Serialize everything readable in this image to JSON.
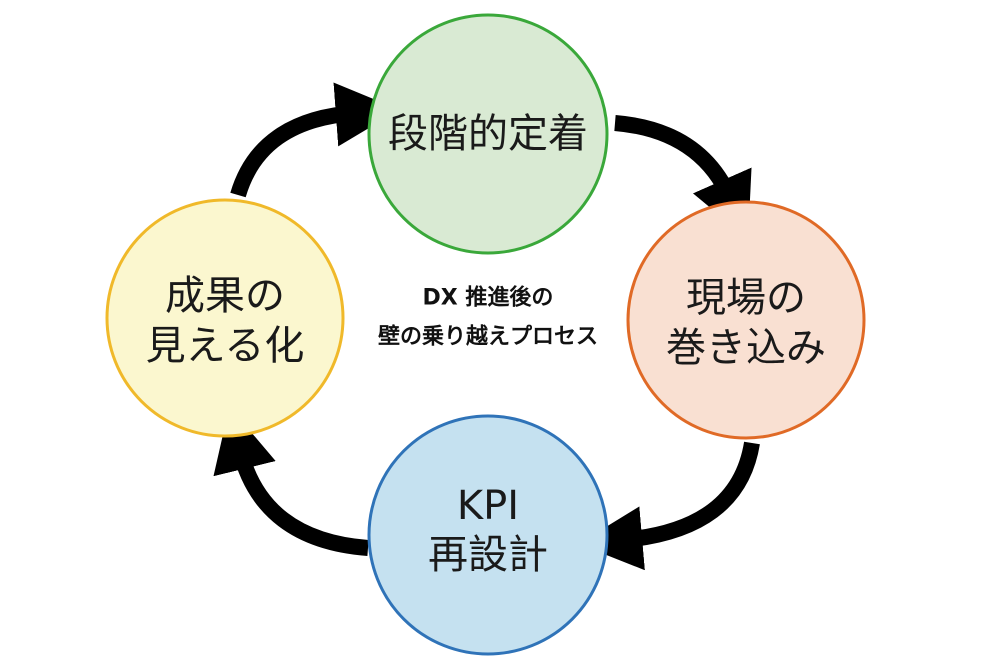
{
  "center": {
    "line1": "DX 推進後の",
    "line2": "壁の乗り越えプロセス"
  },
  "nodes": {
    "top": {
      "line1": "段階的定着",
      "fill": "#d9ead3",
      "stroke": "#3aa83a"
    },
    "right": {
      "line1": "現場の",
      "line2": "巻き込み",
      "fill": "#f9e0d2",
      "stroke": "#e06a26"
    },
    "bottom": {
      "line1": "KPI",
      "line2": "再設計",
      "fill": "#c5e1f0",
      "stroke": "#2f73b8"
    },
    "left": {
      "line1": "成果の",
      "line2": "見える化",
      "fill": "#fbf7cf",
      "stroke": "#f0b92a"
    }
  },
  "arrow_color": "#000000"
}
